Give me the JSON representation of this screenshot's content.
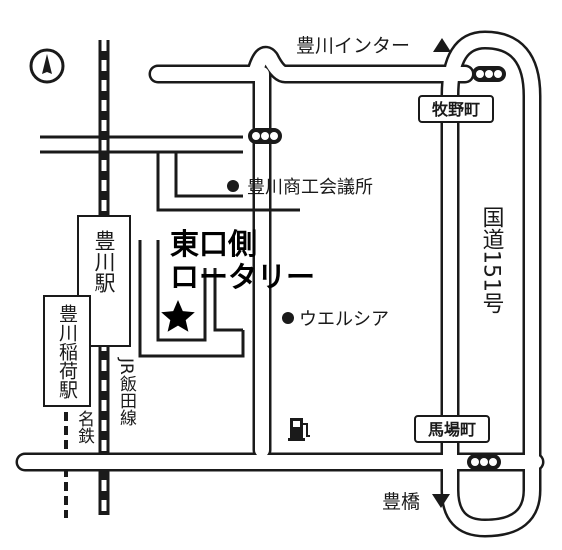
{
  "map": {
    "labels": {
      "toyokawa_ic": "豊川インター",
      "makino_cho": "牧野町",
      "chamber": "豊川商工会議所",
      "route": "国道151号",
      "destination_line1": "東口側",
      "destination_line2": "ロータリー",
      "welcia": "ウエルシア",
      "baba_cho": "馬場町",
      "toyohashi": "豊橋",
      "toyokawa_station": "豊川駅",
      "inari_station": "豊川稲荷駅",
      "jr_line": "JR飯田線",
      "meitetsu": "名鉄"
    },
    "icons": [
      "north-arrow-icon",
      "star-icon",
      "gas-station-icon",
      "traffic-light-icon",
      "triangle-up-icon",
      "triangle-down-icon",
      "poi-dot-icon"
    ]
  }
}
